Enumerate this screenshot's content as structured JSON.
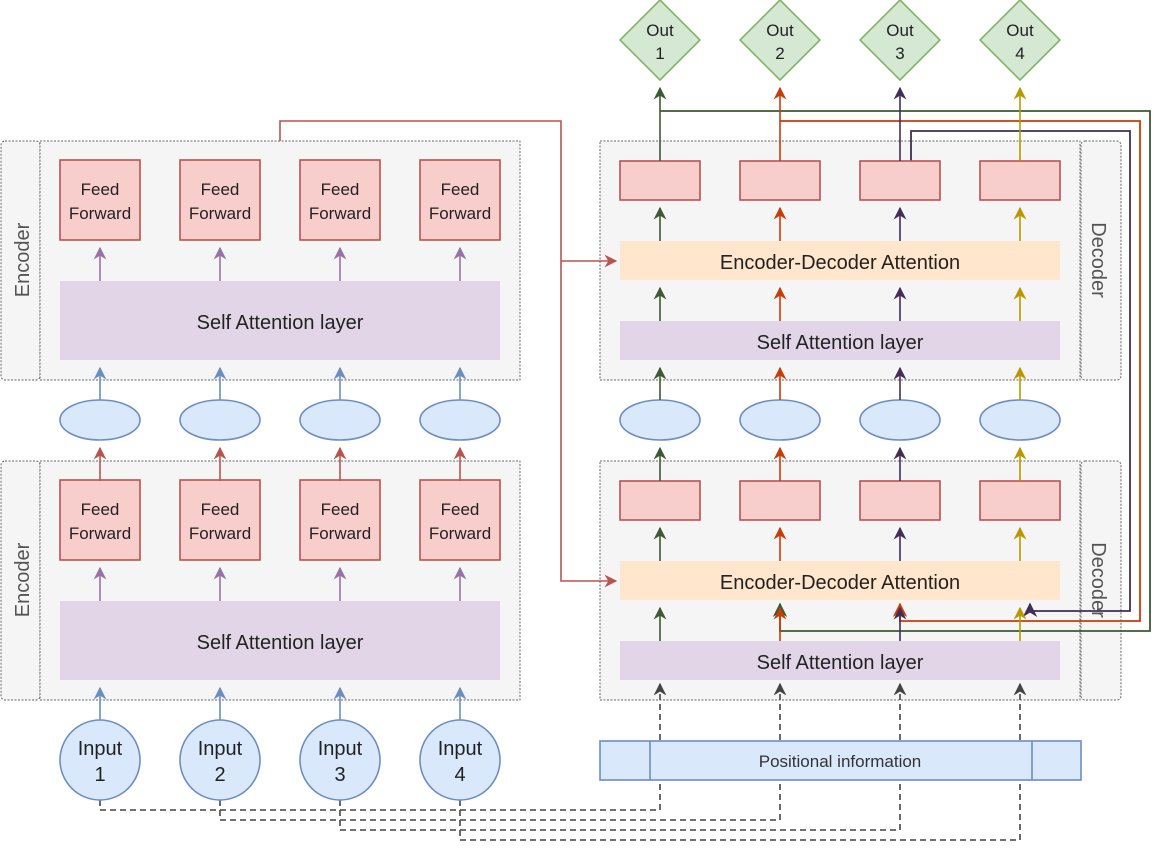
{
  "diagram": {
    "title": "Transformer encoder-decoder architecture",
    "encoders": [
      {
        "label": "Encoder",
        "feed_forward": [
          "Feed\nForward",
          "Feed\nForward",
          "Feed\nForward",
          "Feed\nForward"
        ],
        "self_attention": "Self Attention layer"
      },
      {
        "label": "Encoder",
        "feed_forward": [
          "Feed\nForward",
          "Feed\nForward",
          "Feed\nForward",
          "Feed\nForward"
        ],
        "self_attention": "Self Attention layer"
      }
    ],
    "decoders": [
      {
        "label": "Decoder",
        "enc_dec_attention": "Encoder-Decoder Attention",
        "self_attention": "Self Attention layer"
      },
      {
        "label": "Decoder",
        "enc_dec_attention": "Encoder-Decoder Attention",
        "self_attention": "Self Attention layer"
      }
    ],
    "inputs": [
      {
        "line1": "Input",
        "line2": "1"
      },
      {
        "line1": "Input",
        "line2": "2"
      },
      {
        "line1": "Input",
        "line2": "3"
      },
      {
        "line1": "Input",
        "line2": "4"
      }
    ],
    "outputs": [
      {
        "line1": "Out",
        "line2": "1"
      },
      {
        "line1": "Out",
        "line2": "2"
      },
      {
        "line1": "Out",
        "line2": "3"
      },
      {
        "line1": "Out",
        "line2": "4"
      }
    ],
    "positional": "Positional information",
    "colors": {
      "stream_1": "#3a5a32",
      "stream_2": "#c83c0a",
      "stream_3": "#432d57",
      "stream_4": "#b59a00",
      "encoder_link": "#b85450",
      "feed_forward_fill": "#f8cecc",
      "feed_forward_stroke": "#b85450",
      "self_attention_fill": "#e1d5e7",
      "enc_dec_fill": "#ffe6cc",
      "input_fill": "#dae8fc",
      "input_stroke": "#6c8ebf",
      "output_fill": "#d5e8d4",
      "output_stroke": "#82b366",
      "panel_fill": "#f5f5f5",
      "dashed": "#444444"
    }
  }
}
